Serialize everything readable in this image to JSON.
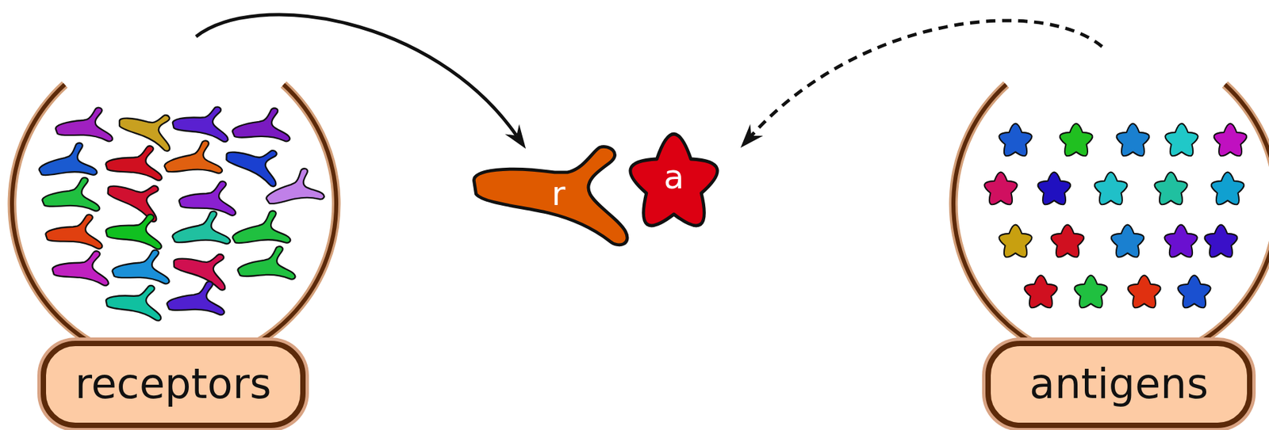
{
  "diagram": {
    "nodes": [
      {
        "text": [
          "receptors"
        ]
      },
      {
        "text": [
          "r"
        ]
      },
      {
        "text": [
          "a"
        ]
      },
      {
        "text": [
          "antigens"
        ]
      }
    ],
    "edges": [
      {
        "from": 0,
        "to": 1,
        "arrow": "to"
      },
      {
        "from": 3,
        "to": 2,
        "arrow": "to"
      }
    ]
  }
}
